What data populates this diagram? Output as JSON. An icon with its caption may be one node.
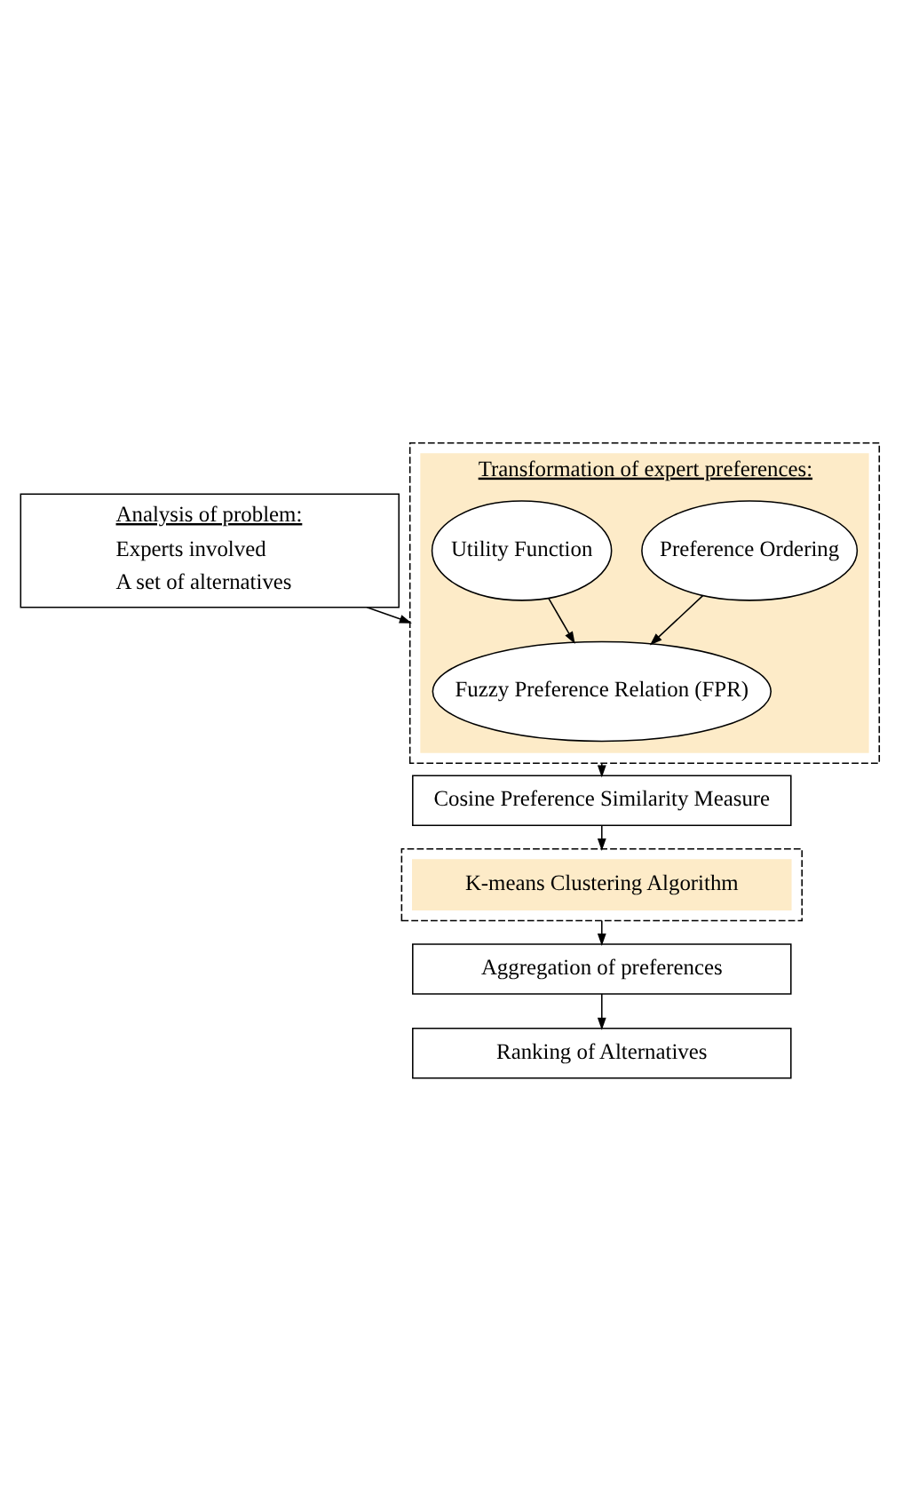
{
  "diagram": {
    "nodes": [
      {
        "text": [
          "Analysis of problem:",
          "Experts involved",
          "A set of alternatives"
        ]
      },
      {
        "text": [],
        "shape": "box"
      },
      {
        "text": [
          "Transformation of expert preferences:"
        ],
        "in": 1
      },
      {
        "text": [
          "Utility Function"
        ],
        "in": 2
      },
      {
        "text": [
          "Preference Ordering"
        ],
        "in": 2
      },
      {
        "text": [
          "Fuzzy Preference Relation (FPR)"
        ],
        "in": 2
      },
      {
        "text": [
          "Cosine Preference Similarity Measure"
        ]
      },
      {
        "text": [],
        "shape": "box"
      },
      {
        "text": [
          "K-means Clustering Algorithm"
        ],
        "in": 7
      },
      {
        "text": [
          "Aggregation of preferences"
        ]
      },
      {
        "text": [
          "Ranking of Alternatives"
        ]
      }
    ],
    "edges": [
      {
        "from": 0,
        "to": 1,
        "arrow": "to"
      },
      {
        "from": 3,
        "to": 5,
        "arrow": "to"
      },
      {
        "from": 4,
        "to": 5,
        "arrow": "to"
      },
      {
        "from": 1,
        "to": 6,
        "arrow": "to"
      },
      {
        "from": 6,
        "to": 7,
        "arrow": "to"
      },
      {
        "from": 7,
        "to": 9,
        "arrow": "to"
      },
      {
        "from": 9,
        "to": 10,
        "arrow": "to"
      }
    ]
  }
}
